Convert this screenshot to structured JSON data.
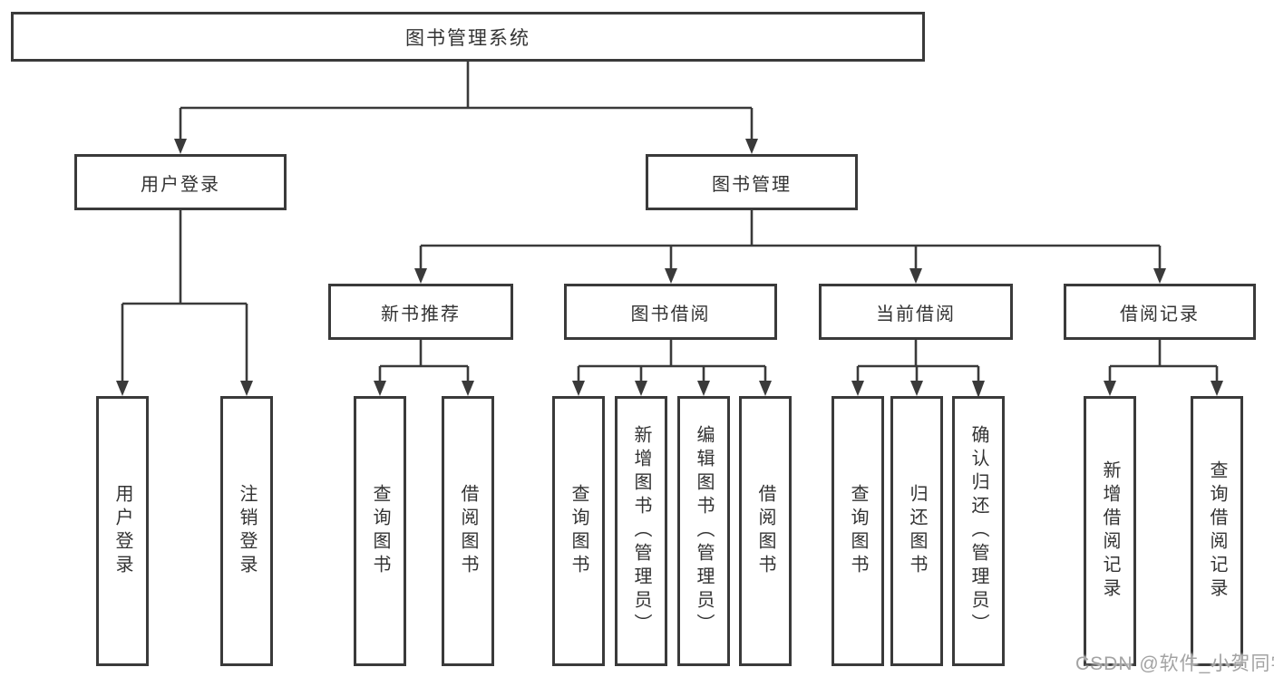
{
  "diagram": {
    "title": "图书管理系统",
    "branches": [
      {
        "label": "用户登录",
        "children": [
          {
            "label": "用户登录"
          },
          {
            "label": "注销登录"
          }
        ]
      },
      {
        "label": "图书管理",
        "children": [
          {
            "label": "新书推荐",
            "children": [
              {
                "label": "查询图书"
              },
              {
                "label": "借阅图书"
              }
            ]
          },
          {
            "label": "图书借阅",
            "children": [
              {
                "label": "查询图书"
              },
              {
                "label": "新增图书（管理员）"
              },
              {
                "label": "编辑图书（管理员）"
              },
              {
                "label": "借阅图书"
              }
            ]
          },
          {
            "label": "当前借阅",
            "children": [
              {
                "label": "查询图书"
              },
              {
                "label": "归还图书"
              },
              {
                "label": "确认归还（管理员）"
              }
            ]
          },
          {
            "label": "借阅记录",
            "children": [
              {
                "label": "新增借阅记录"
              },
              {
                "label": "查询借阅记录"
              }
            ]
          }
        ]
      }
    ]
  },
  "watermark": "CSDN @软件_小贺同学",
  "colors": {
    "line": "#3a3a3a",
    "text": "#333333",
    "background": "#ffffff",
    "watermark": "#a3a3a3"
  }
}
